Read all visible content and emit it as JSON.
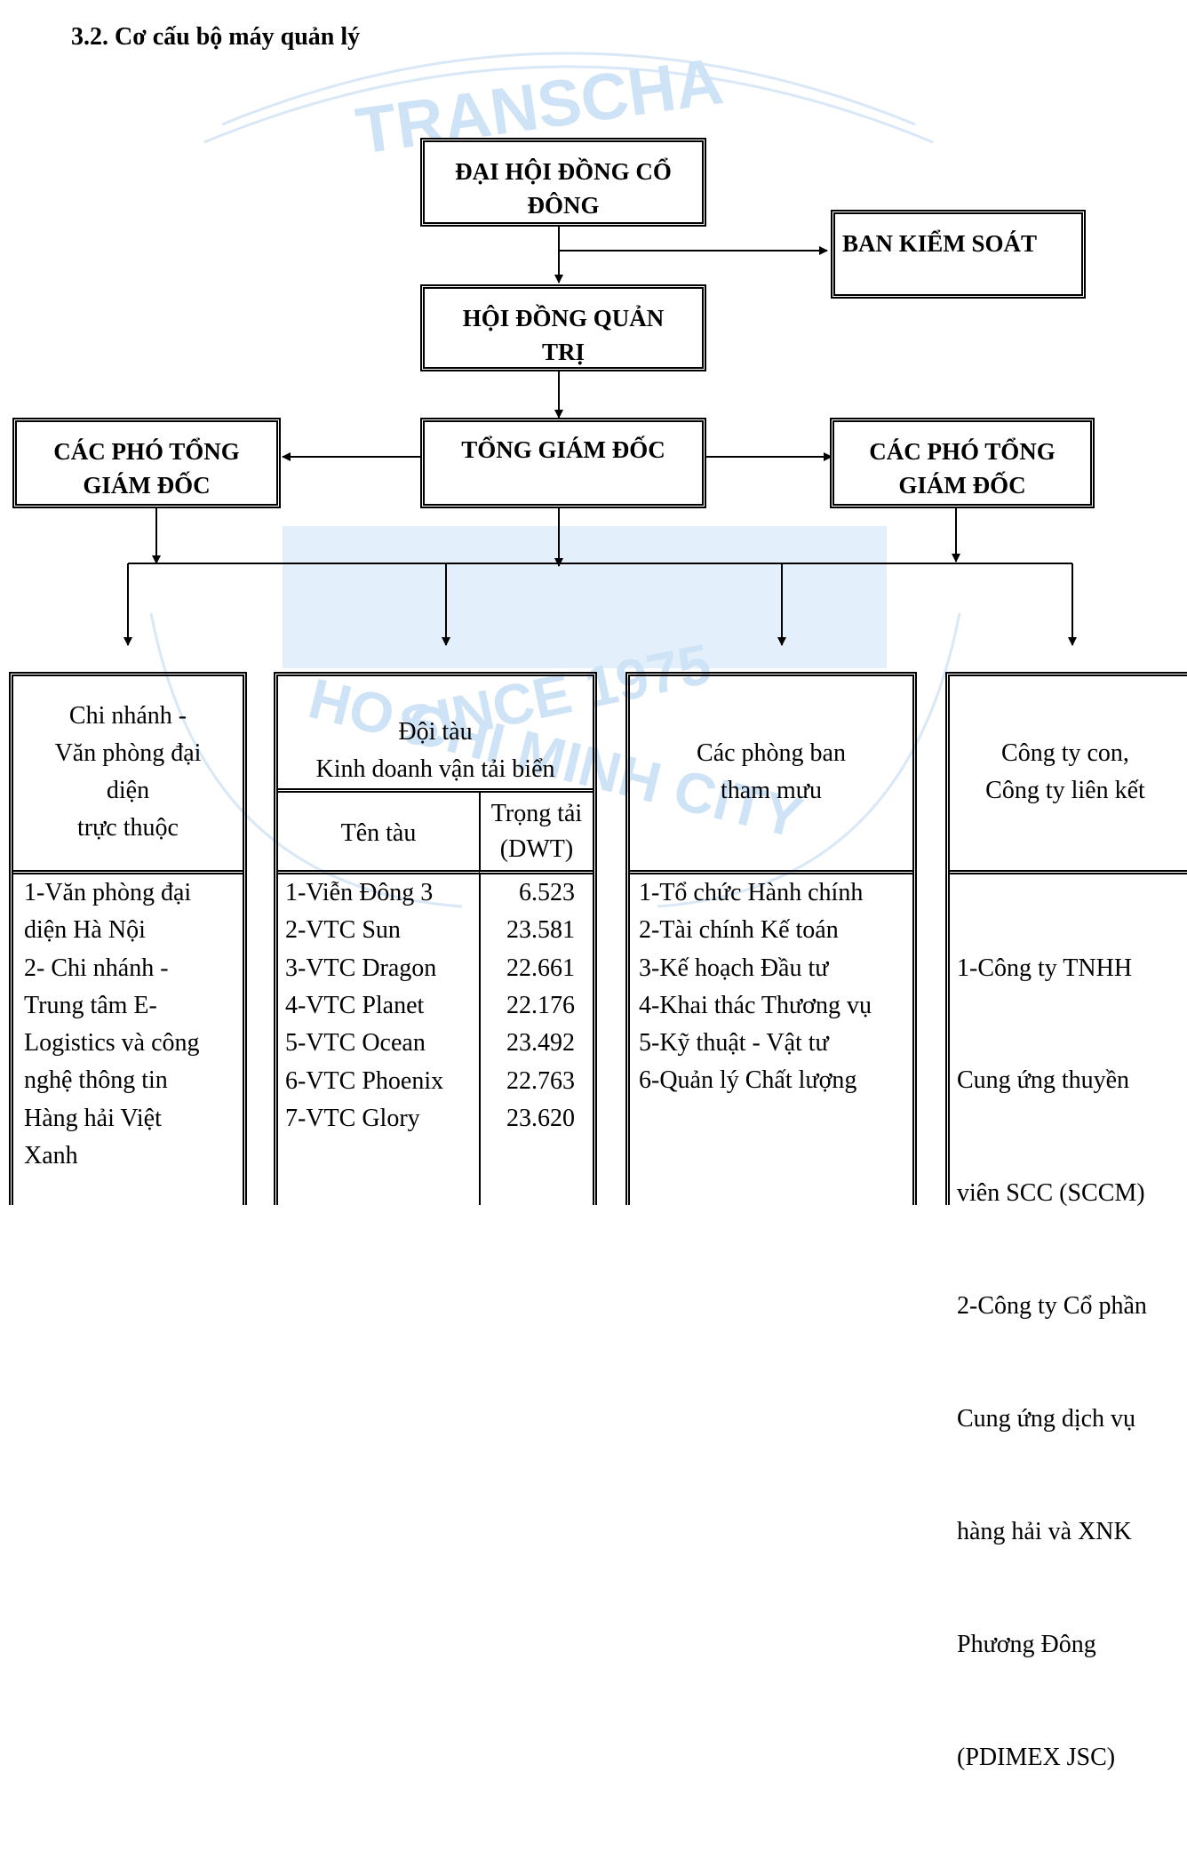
{
  "heading": "3.2.  Cơ cấu bộ máy quản lý",
  "watermark": {
    "arc_top": "TRANSCHA",
    "center": "SINCE 1975",
    "arc_bottom": "HO CHI MINH CITY",
    "color": "#cfe3f7"
  },
  "boxes": {
    "shareholders": [
      "ĐẠI HỘI ĐỒNG CỔ",
      "ĐÔNG"
    ],
    "supervisory": [
      "BAN KIỂM SOÁT"
    ],
    "board": [
      "HỘI ĐỒNG QUẢN",
      "TRỊ"
    ],
    "ceo": [
      "TỔNG GIÁM ĐỐC"
    ],
    "deputy_left": [
      "CÁC PHÓ TỔNG",
      "GIÁM ĐỐC"
    ],
    "deputy_right": [
      "CÁC PHÓ TỔNG",
      "GIÁM ĐỐC"
    ]
  },
  "columns": {
    "branches": {
      "header": [
        "Chi nhánh -",
        "Văn phòng đại",
        "diện",
        "trực thuộc"
      ],
      "items": [
        "1-Văn phòng đại",
        "diện Hà Nội",
        "2- Chi nhánh -",
        "Trung tâm E-",
        "Logistics và công",
        "nghệ thông tin",
        "Hàng hải Việt",
        "Xanh"
      ]
    },
    "fleet": {
      "header": [
        "Đội tàu",
        "Kinh doanh vận tải biển"
      ],
      "sub_headers": {
        "name": "Tên tàu",
        "dwt": [
          "Trọng tải",
          "(DWT)"
        ]
      },
      "ships": [
        {
          "name": "1-Viễn Đông 3",
          "dwt": "6.523"
        },
        {
          "name": "2-VTC Sun",
          "dwt": "23.581"
        },
        {
          "name": "3-VTC Dragon",
          "dwt": "22.661"
        },
        {
          "name": "4-VTC Planet",
          "dwt": "22.176"
        },
        {
          "name": "5-VTC Ocean",
          "dwt": "23.492"
        },
        {
          "name": "6-VTC Phoenix",
          "dwt": "22.763"
        },
        {
          "name": "7-VTC Glory",
          "dwt": "23.620"
        }
      ]
    },
    "departments": {
      "header": [
        "Các phòng ban",
        "tham mưu"
      ],
      "items": [
        "1-Tổ chức Hành chính",
        "2-Tài chính Kế toán",
        "3-Kế hoạch Đầu tư",
        "4-Khai thác Thương vụ",
        "5-Kỹ thuật - Vật tư",
        "6-Quản lý Chất lượng"
      ]
    },
    "subsidiaries": {
      "header": [
        "Công ty con,",
        "Công ty liên kết"
      ],
      "items": [
        " 1-Công ty TNHH",
        " Cung ứng thuyền",
        " viên SCC (SCCM)",
        "2-Công ty Cổ phần",
        " Cung ứng dịch vụ",
        " hàng hải và XNK",
        " Phương Đông",
        " (PDIMEX JSC)"
      ]
    }
  }
}
